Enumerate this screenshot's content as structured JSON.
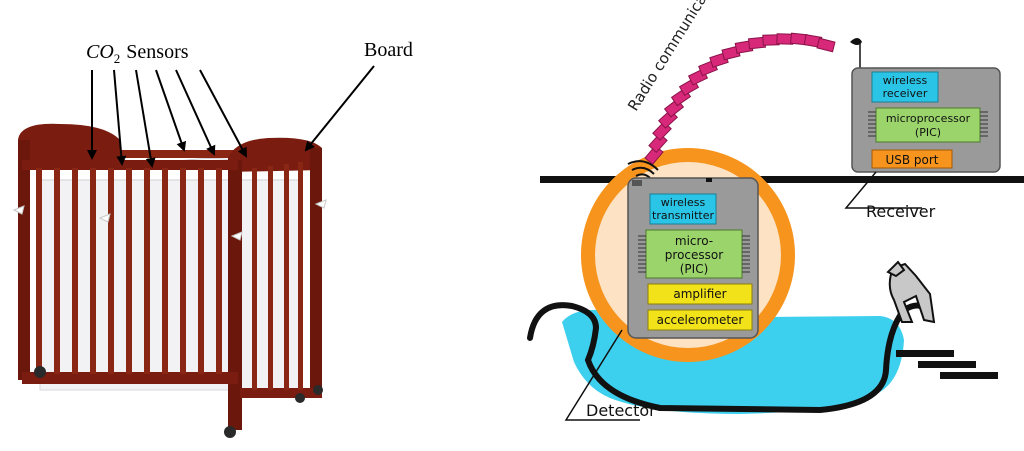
{
  "left_panel": {
    "sensor_label_prefix": "CO",
    "sensor_label_subscript": "2",
    "sensor_label_suffix": "Sensors",
    "board_label": "Board"
  },
  "right_panel": {
    "radio_label": "Radio communication",
    "receiver_caption": "Receiver",
    "detector_caption": "Detector",
    "receiver_box": {
      "wireless_line1": "wireless",
      "wireless_line2": "receiver",
      "micro_line1": "microprocessor",
      "micro_line2": "(PIC)",
      "usb": "USB port"
    },
    "detector_box": {
      "wireless_line1": "wireless",
      "wireless_line2": "transmitter",
      "micro_line1": "micro-",
      "micro_line2": "processor",
      "micro_line3": "(PIC)",
      "amplifier": "amplifier",
      "accelerometer": "accelerometer"
    }
  },
  "colors": {
    "crib_wood": "#7a1c10",
    "mattress": "#f2f2f4",
    "orange_ring": "#f7941d",
    "ring_fill": "#fde2c4",
    "wireless_blue": "#29c4e6",
    "micro_green": "#9ad46a",
    "yellow_block": "#f2e21a",
    "usb_orange": "#f7941d",
    "radio_magenta": "#d8287a",
    "water": "#3dcfee",
    "panel_gray": "#9a9a9a"
  }
}
